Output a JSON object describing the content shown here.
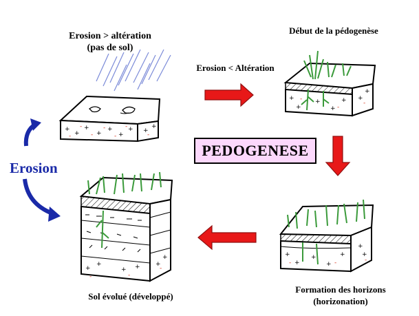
{
  "title": "PEDOGENESE",
  "cycle_label": "Erosion",
  "stages": [
    {
      "line1": "Erosion > altération",
      "line2": "(pas de sol)"
    },
    {
      "line1": "Début de la pédogenèse"
    },
    {
      "line1": "Formation  des horizons",
      "line2": "(horizonation)"
    },
    {
      "line1": "Sol évolué (développé)"
    }
  ],
  "transition_label": "Erosion < Altération",
  "colors": {
    "arrow_red": "#e81818",
    "arrow_blue": "#1a2aa8",
    "title_bg": "#fcd8fc",
    "grass": "#3a9a3a",
    "plus_red": "#d83018"
  }
}
